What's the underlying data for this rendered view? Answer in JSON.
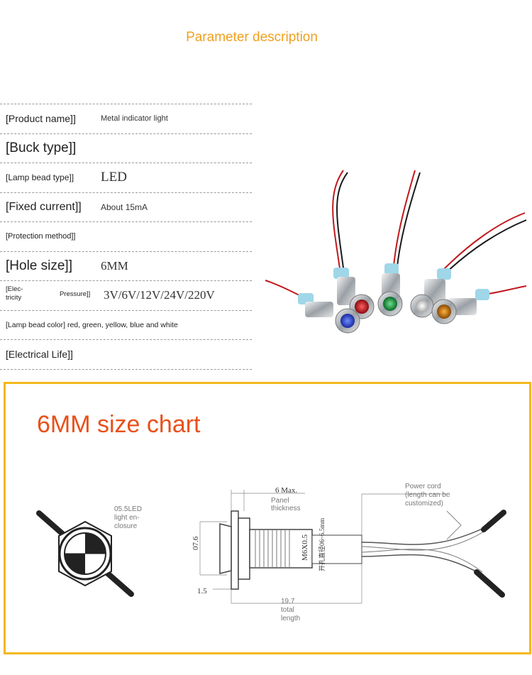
{
  "header": {
    "title": "Parameter description"
  },
  "params": [
    {
      "label": "[Product name]]",
      "value": "Metal indicator light"
    },
    {
      "label": "[Buck type]]",
      "value": ""
    },
    {
      "label": "[Lamp bead type]]",
      "value": "LED"
    },
    {
      "label": "[Fixed current]]",
      "value": "About 15mA"
    },
    {
      "label": "[Protection method]]",
      "value": ""
    },
    {
      "label": "[Hole size]]",
      "value": "6MM"
    },
    {
      "label_a": "[Elec-",
      "label_b": "tricity",
      "label_c": "Pressure]]",
      "value": "3V/6V/12V/24V/220V"
    },
    {
      "label": "[Lamp bead color] red, green, yellow, blue and white",
      "value": ""
    },
    {
      "label": "[Electrical Life]]",
      "value": ""
    }
  ],
  "chart": {
    "title": "6MM size chart",
    "led_note_1": "05.5LED",
    "led_note_2": "light en-",
    "led_note_3": "closure",
    "panel_dim": "6 Max.",
    "panel_1": "Panel",
    "panel_2": "thickness",
    "dia_dim": "07.6",
    "thread_dim": "M6X0.5",
    "hole_dim": "开孔直径06~6.5mm",
    "small_dim": "1.5",
    "total_1": "19.7",
    "total_2": "total",
    "total_3": "length",
    "cord_1": "Power cord",
    "cord_2": "(length can be",
    "cord_3": "customized)"
  },
  "colors": {
    "title": "#f0a020",
    "chart_title": "#e8501a",
    "frame": "#f4b81c"
  }
}
